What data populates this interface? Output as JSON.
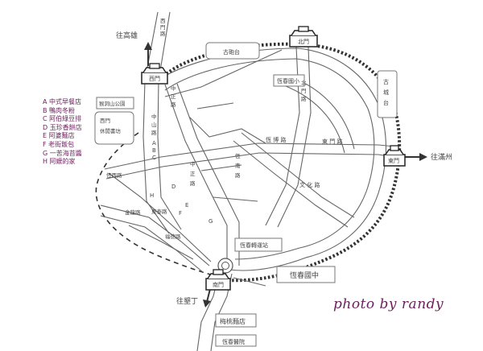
{
  "legend": [
    "A 中式早餐店",
    "B 鴨肉冬粉",
    "C 阿伯綠豆排",
    "D 玉珍香餅店",
    "E 阿婆麵店",
    "F 老街飯包",
    "G 一苦海苔醬",
    "H 阿嬤的家"
  ],
  "gates": {
    "west": "西門",
    "north": "北門",
    "east": "東門",
    "south": "南門"
  },
  "directions": {
    "north": "往高雄",
    "east": "往滿州",
    "south": "往墾丁"
  },
  "places": {
    "gutai": "古砲台",
    "gucheng": "古\n城\n台",
    "hengchun_elem": "恆春國小",
    "hengchun_middle": "恆春國中",
    "transit": "恆春轉運站",
    "meiling": "梅桃麵店",
    "hospital": "恆春醫院",
    "xiaogongyuan": "猴洞山公園",
    "west_shop_title": "西門",
    "west_shop_sub": "休閒書坊"
  },
  "roads": {
    "ximen": "西\n門\n路",
    "zhongshan": "中\n山\n路",
    "zhongzheng_top": "中\n正\n路",
    "zhongzheng_mid": "中\n正\n路",
    "hengnan": "恆\n南\n路",
    "north_rd": "北\n門\n路",
    "hengbei": "恆 博 路",
    "dongmen": "東 門 路",
    "wenhua": "文 化 路",
    "hengxi": "恆西路",
    "jinfeng": "金龍路",
    "fuxing": "福德路",
    "dongtai": "東泰路"
  },
  "markers": [
    "A",
    "B",
    "C",
    "D",
    "E",
    "F",
    "G",
    "H"
  ],
  "credit": "photo by randy",
  "colors": {
    "accent": "#6a1f5c",
    "road": "#666666",
    "wall": "#333333"
  }
}
